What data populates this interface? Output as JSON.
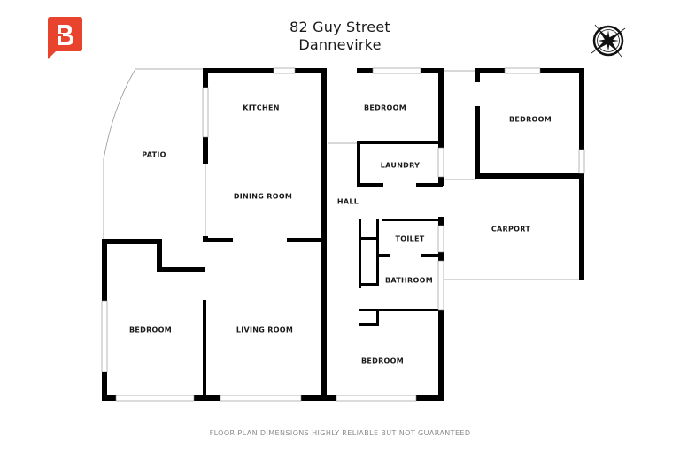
{
  "header": {
    "address_line1": "82 Guy Street",
    "address_line2": "Dannevirke"
  },
  "brand": {
    "logo_letter": "B",
    "logo_color": "#e8442d"
  },
  "compass": {
    "icon": "compass-rose-icon"
  },
  "rooms": [
    {
      "id": "patio",
      "label": "PATIO"
    },
    {
      "id": "kitchen",
      "label": "KITCHEN"
    },
    {
      "id": "dining-room",
      "label": "DINING ROOM"
    },
    {
      "id": "bedroom-1",
      "label": "BEDROOM"
    },
    {
      "id": "laundry",
      "label": "LAUNDRY"
    },
    {
      "id": "hall",
      "label": "HALL"
    },
    {
      "id": "toilet",
      "label": "TOILET"
    },
    {
      "id": "bathroom",
      "label": "BATHROOM"
    },
    {
      "id": "bedroom-2",
      "label": "BEDROOM"
    },
    {
      "id": "carport",
      "label": "CARPORT"
    },
    {
      "id": "bedroom-3",
      "label": "BEDROOM"
    },
    {
      "id": "living-room",
      "label": "LIVING ROOM"
    },
    {
      "id": "bedroom-4",
      "label": "BEDROOM"
    }
  ],
  "footer": {
    "disclaimer": "FLOOR PLAN DIMENSIONS HIGHLY RELIABLE BUT NOT GUARANTEED"
  }
}
